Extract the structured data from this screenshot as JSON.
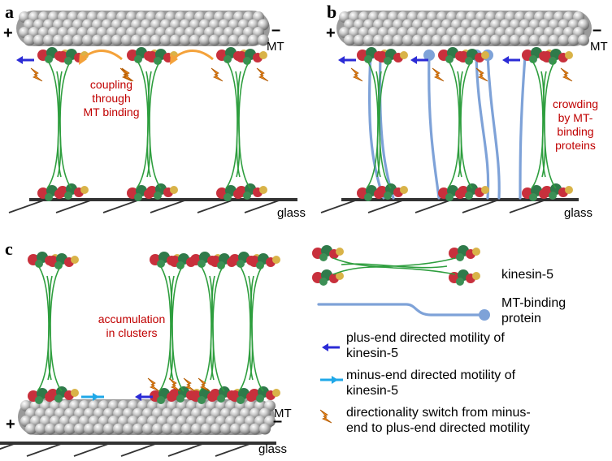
{
  "panels": {
    "a": {
      "letter": "a",
      "plus": "+",
      "minus": "–",
      "mt": "MT",
      "glass": "glass",
      "annotation": "coupling\nthrough\nMT binding"
    },
    "b": {
      "letter": "b",
      "plus": "+",
      "minus": "–",
      "mt": "MT",
      "glass": "glass",
      "annotation": "crowding\nby MT-\nbinding\nproteins"
    },
    "c": {
      "letter": "c",
      "plus": "+",
      "minus": "–",
      "mt": "MT",
      "glass": "glass",
      "annotation": "accumulation\nin clusters"
    }
  },
  "legend": {
    "kinesin": "kinesin-5",
    "mtbp": "MT-binding\nprotein",
    "plus_motility": "plus-end directed motility of\nkinesin-5",
    "minus_motility": "minus-end directed motility of\nkinesin-5",
    "switch": "directionality switch from minus-\nend to plus-end directed motility"
  },
  "colors": {
    "microtubule": "#b5b5b5",
    "kinesin_stalk": "#2e9e3e",
    "kinesin_head_red": "#c8303c",
    "kinesin_head_green": "#2f7a4a",
    "mt_binding_protein": "#7ea2d8",
    "plus_arrow": "#2b2bd6",
    "minus_arrow": "#1fa8e8",
    "coupling_arrow": "#f4a23a",
    "switch_icon": "#f08a1c",
    "annotation_text": "#c00000"
  }
}
